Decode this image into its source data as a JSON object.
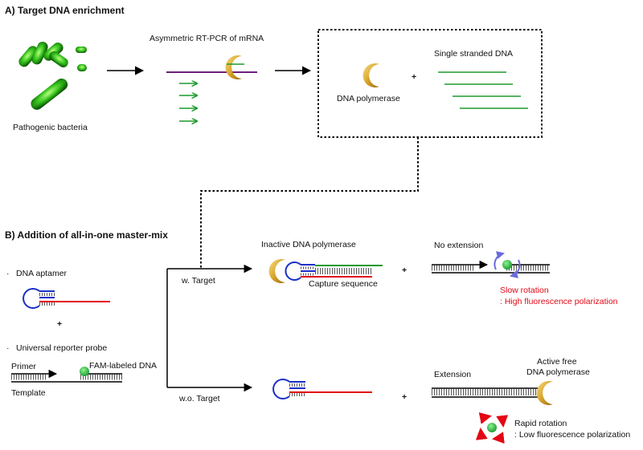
{
  "section_a": {
    "title": "A) Target DNA enrichment",
    "bacteria_label": "Pathogenic bacteria",
    "rtpcr_label": "Asymmetric RT-PCR of mRNA",
    "polymerase_label": "DNA polymerase",
    "plus": "+",
    "ssdna_label": "Single stranded DNA"
  },
  "section_b": {
    "title": "B) Addition of all-in-one master-mix",
    "bullet": "·",
    "aptamer_label": "DNA aptamer",
    "plus": "+",
    "reporter_label": "Universal reporter probe",
    "primer_label": "Primer",
    "fam_label": "FAM-labeled DNA",
    "template_label": "Template",
    "with_target": "w. Target",
    "without_target": "w.o. Target",
    "inactive_label": "Inactive DNA polymerase",
    "capture_label": "Capture sequence",
    "no_extension_label": "No extension",
    "slow_rotation": "Slow rotation",
    "high_fp": ": High fluorescence polarization",
    "extension_label": "Extension",
    "active_free_1": "Active free",
    "active_free_2": "DNA polymerase",
    "rapid_rotation": "Rapid rotation",
    "low_fp": ": Low fluorescence polarization"
  },
  "colors": {
    "dna_green": "#1f9a2e",
    "aptamer_blue": "#1a2fc8",
    "probe_red": "#e30613",
    "rna_purple": "#6b1f7a",
    "fam_green": "#33c24a",
    "polymerase_gold": "#d8a830",
    "rotation_blue": "#6a6adf"
  }
}
